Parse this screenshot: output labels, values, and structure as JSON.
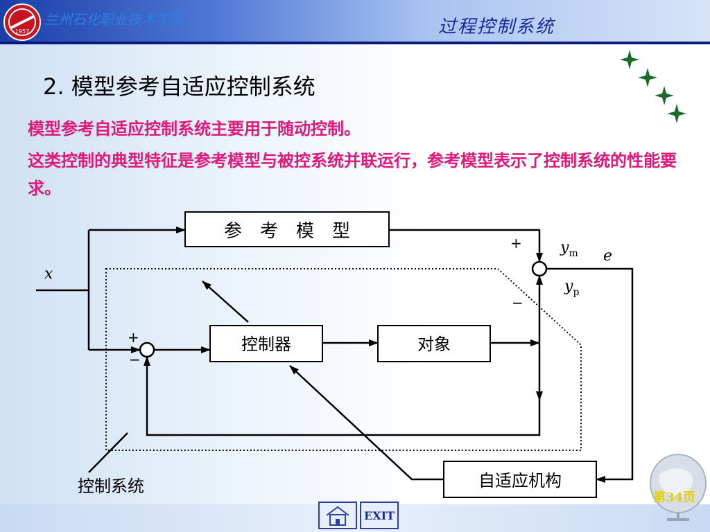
{
  "header": {
    "school": "兰州石化职业技术学院",
    "course": "过程控制系统",
    "logo_text": "1957"
  },
  "title": "2. 模型参考自适应控制系统",
  "paragraphs": [
    "模型参考自适应控制系统主要用于随动控制。",
    "这类控制的典型特征是参考模型与被控系统并联运行，参考模型表示了控制系统的性能要求。"
  ],
  "diagram": {
    "ref_model": "参　考　模　型",
    "controller": "控制器",
    "plant": "对象",
    "adaptive": "自适应机构",
    "control_system": "控制系统",
    "x": "x",
    "ym": "y",
    "ym_sub": "m",
    "yp": "y",
    "yp_sub": "p",
    "e": "e",
    "plus1": "+",
    "minus1": "−",
    "plus2": "+",
    "minus2": "−"
  },
  "footer": {
    "exit": "EXIT",
    "page": "第34页"
  },
  "colors": {
    "accent": "#e0187a",
    "header": "#1b3fa8"
  }
}
